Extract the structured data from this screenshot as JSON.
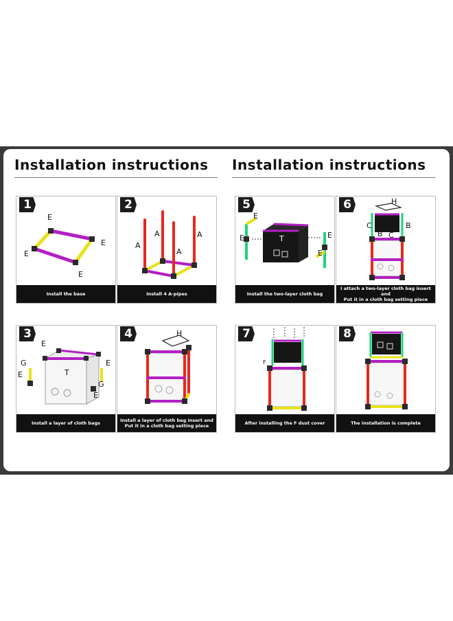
{
  "headings": [
    "Installation instructions",
    "Installation instructions"
  ],
  "steps": [
    {
      "number": "1",
      "caption": "Install the base",
      "labels": [
        "E",
        "E",
        "E",
        "E"
      ]
    },
    {
      "number": "2",
      "caption": "Install 4 A-pipes",
      "labels": [
        "A",
        "A",
        "A",
        "A"
      ]
    },
    {
      "number": "3",
      "caption": "Install a layer of cloth bags",
      "labels": [
        "E",
        "G",
        "E",
        "T",
        "E",
        "G",
        "E"
      ]
    },
    {
      "number": "4",
      "caption": "Install a layer of cloth bag insert and\nPut it in a cloth bag setting piece",
      "labels": [
        "H"
      ]
    },
    {
      "number": "5",
      "caption": "Install the two-layer cloth bag",
      "labels": [
        "E",
        "E",
        "T",
        "E",
        "E"
      ]
    },
    {
      "number": "6",
      "caption": "I attach a two-layer cloth bag insert and\nPut it in a cloth bag setting piece",
      "labels": [
        "H",
        "C",
        "B",
        "B",
        "C"
      ]
    },
    {
      "number": "7",
      "caption": "After installing the F dust cover",
      "labels": [
        "F"
      ]
    },
    {
      "number": "8",
      "caption": "The installation is complete",
      "labels": []
    }
  ],
  "colors": {
    "yellow": "#e8e21a",
    "magenta": "#b21fc4",
    "red": "#e5281e",
    "green": "#1fd47a",
    "joint": "#2a2a2a",
    "frame": "#3a3a3a"
  }
}
